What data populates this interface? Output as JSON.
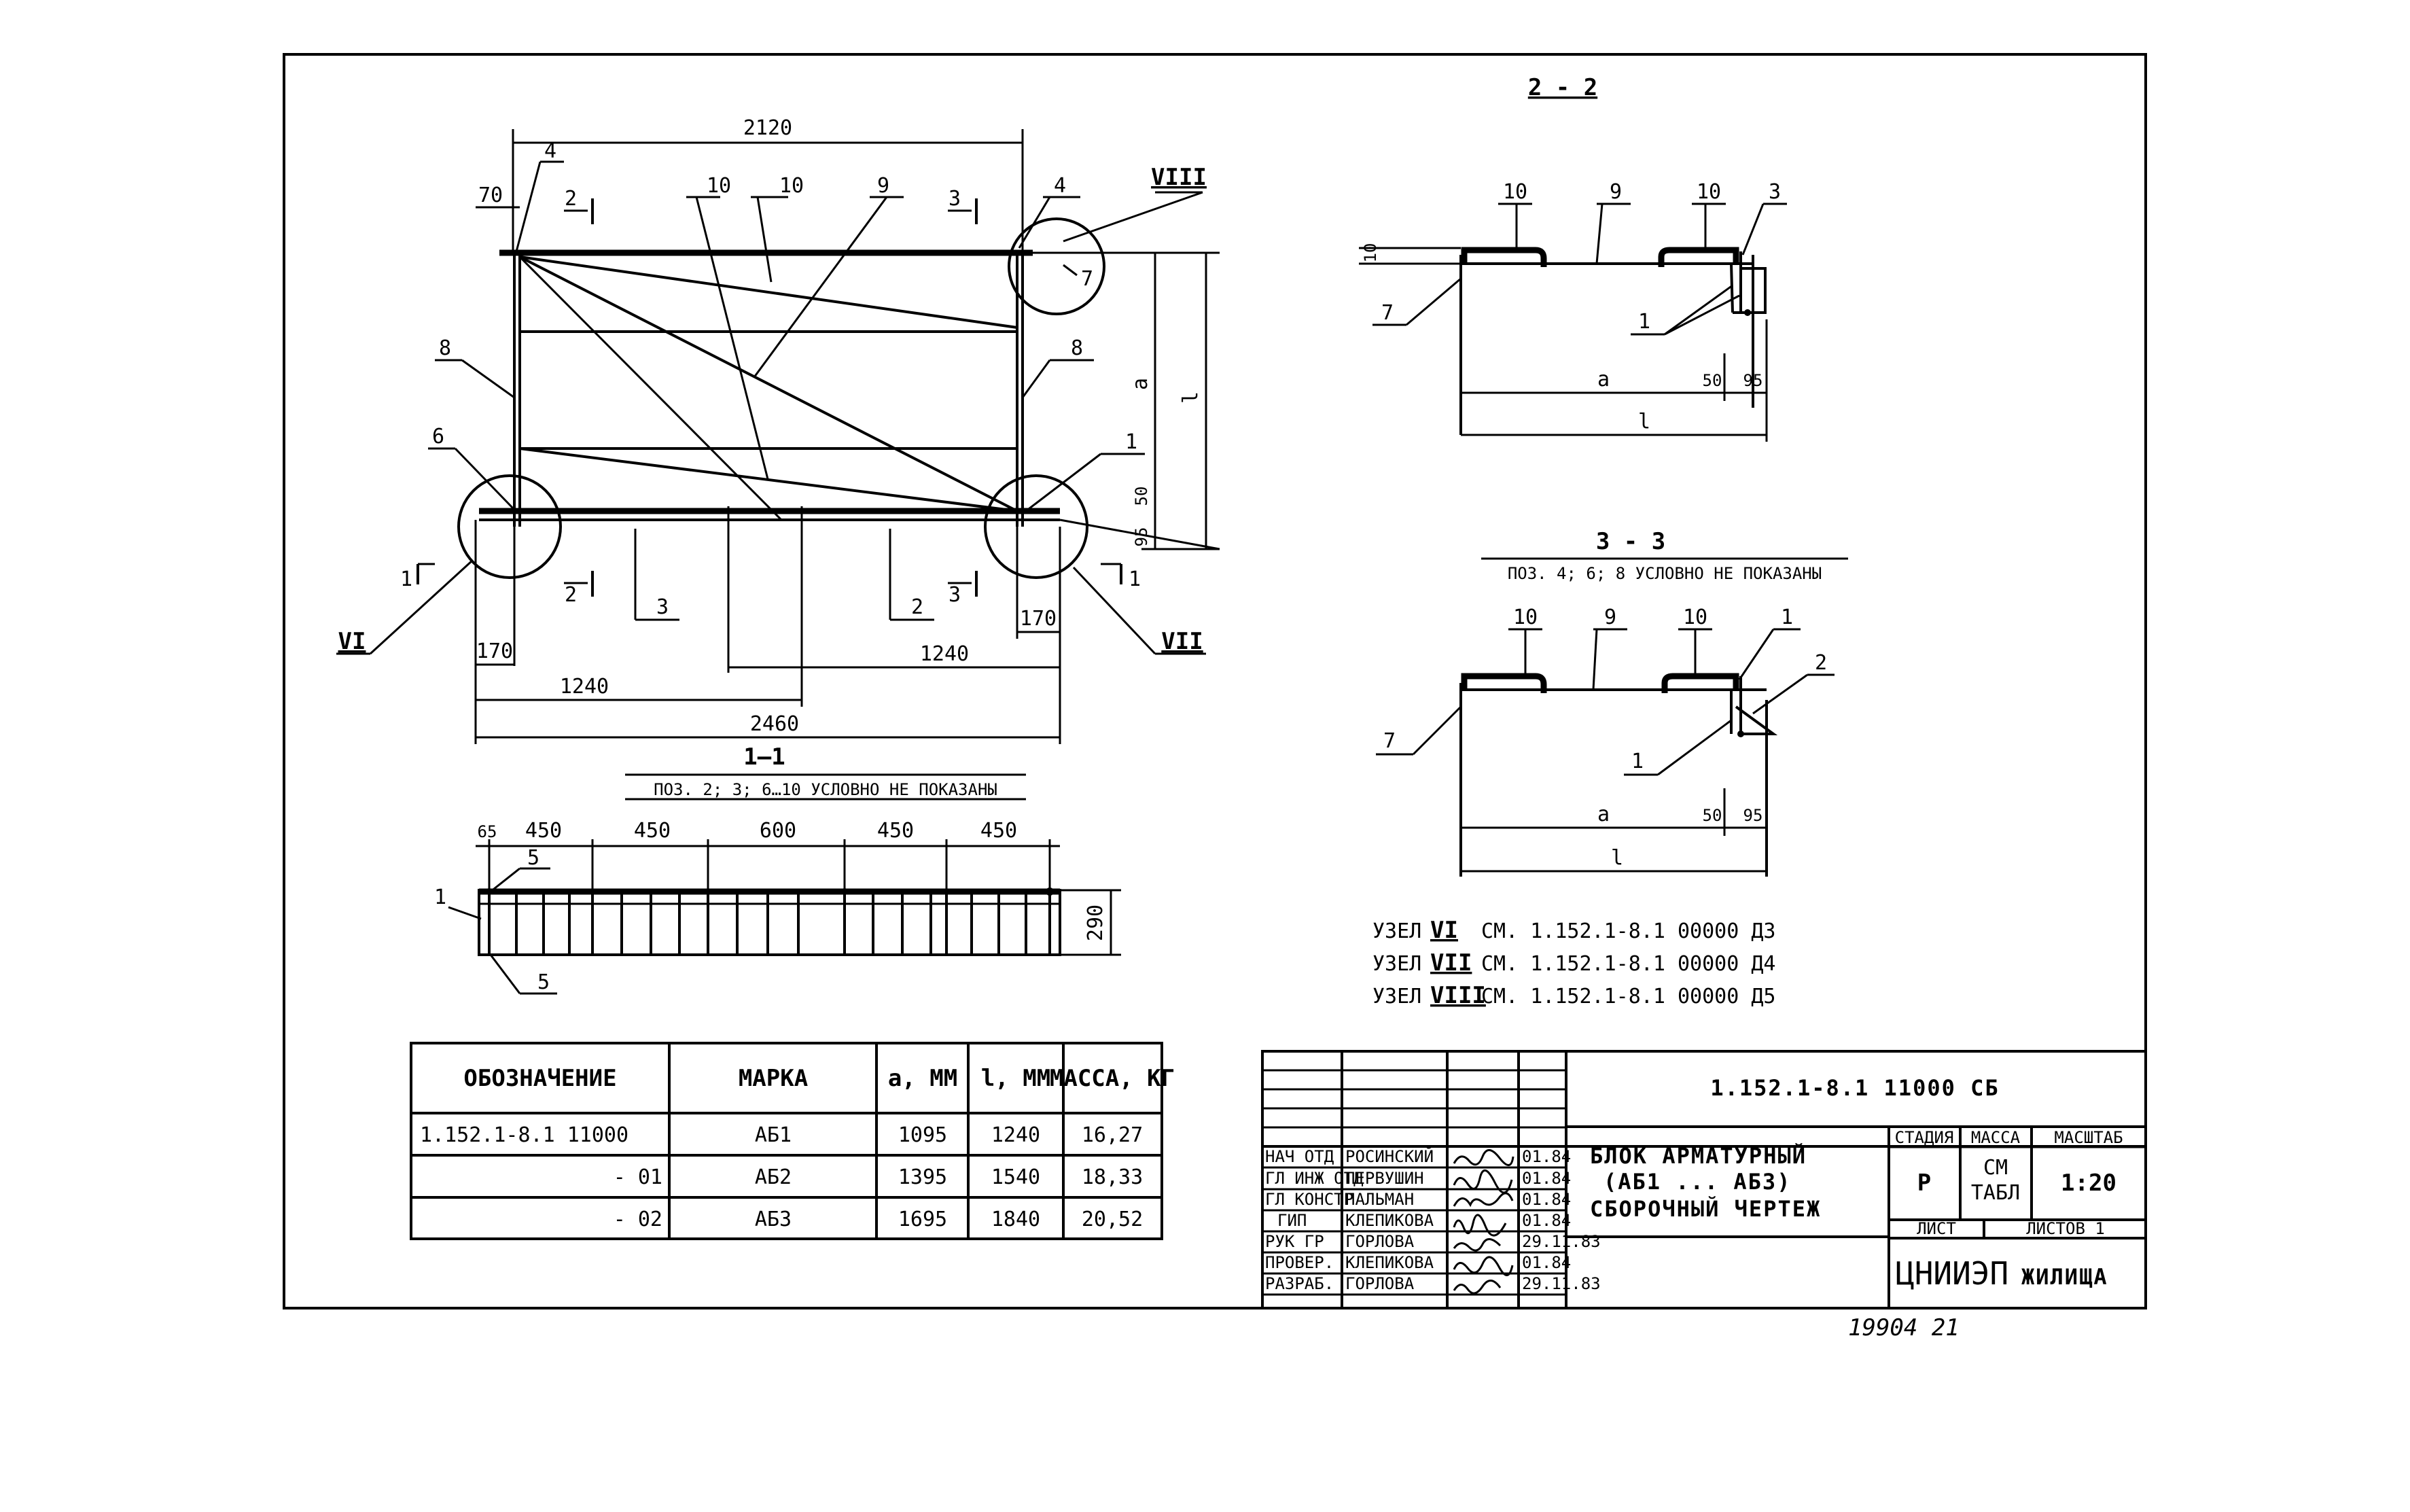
{
  "plan": {
    "dims": {
      "top": "2120",
      "d70": "70",
      "d170a": "170",
      "d170b": "170",
      "d1240a": "1240",
      "d1240b": "1240",
      "d2460": "2460",
      "d50": "50",
      "d95": "95",
      "a": "a",
      "l": "l"
    },
    "callouts": {
      "c4a": "4",
      "c4b": "4",
      "c10a": "10",
      "c10b": "10",
      "c9": "9",
      "c8a": "8",
      "c8b": "8",
      "c6": "6",
      "c1": "1",
      "c3": "3",
      "c2": "2",
      "c7": "7"
    },
    "section_marks": {
      "s2a": "2",
      "s2b": "2",
      "s3a": "3",
      "s3b": "3",
      "s1a": "1",
      "s1b": "1"
    },
    "nodes": {
      "n6": "VI",
      "n7": "VII",
      "n8": "VIII"
    }
  },
  "section_11": {
    "title": "1—1",
    "note": "ПОЗ. 2; 3; 6…10 УСЛОВНО НЕ ПОКАЗАНЫ",
    "dims": [
      "65",
      "450",
      "450",
      "600",
      "450",
      "450"
    ],
    "height": "290",
    "callouts": {
      "c1": "1",
      "c5a": "5",
      "c5b": "5"
    }
  },
  "section_22": {
    "title": "2 - 2",
    "callouts": {
      "c10a": "10",
      "c9": "9",
      "c10b": "10",
      "c3": "3",
      "c7": "7",
      "c1": "1"
    },
    "dims": {
      "d10": "10",
      "a": "a",
      "d50": "50",
      "d95": "95",
      "l": "l"
    }
  },
  "section_33": {
    "title": "3 - 3",
    "note": "ПОЗ. 4; 6; 8 УСЛОВНО НЕ ПОКАЗАНЫ",
    "callouts": {
      "c10a": "10",
      "c9": "9",
      "c10b": "10",
      "c1a": "1",
      "c2": "2",
      "c7": "7",
      "c1b": "1"
    },
    "dims": {
      "a": "a",
      "d50": "50",
      "d95": "95",
      "l": "l"
    }
  },
  "node_refs": [
    {
      "label": "УЗЕЛ",
      "node": "VI",
      "text": "СМ. 1.152.1-8.1  00000 Д3"
    },
    {
      "label": "УЗЕЛ",
      "node": "VII",
      "text": "СМ. 1.152.1-8.1  00000 Д4"
    },
    {
      "label": "УЗЕЛ",
      "node": "VIII",
      "text": "СМ. 1.152.1-8.1  00000 Д5"
    }
  ],
  "spec_table": {
    "headers": [
      "ОБОЗНАЧЕНИЕ",
      "МАРКА",
      "a, ММ",
      "l, ММ",
      "МАССА, КГ"
    ],
    "rows": [
      [
        "1.152.1-8.1   11000",
        "АБ1",
        "1095",
        "1240",
        "16,27"
      ],
      [
        "- 01",
        "АБ2",
        "1395",
        "1540",
        "18,33"
      ],
      [
        "- 02",
        "АБ3",
        "1695",
        "1840",
        "20,52"
      ]
    ]
  },
  "title_block": {
    "code": "1.152.1-8.1   11000  СБ",
    "title_line1": "БЛОК  АРМАТУРНЫЙ",
    "title_line2": "(АБ1 ... АБ3)",
    "title_line3": "СБОРОЧНЫЙ  ЧЕРТЕЖ",
    "stage_h": "СТАДИЯ",
    "mass_h": "МАССА",
    "scale_h": "МАСШТАБ",
    "stage": "Р",
    "mass1": "СМ",
    "mass2": "ТАБЛ",
    "scale": "1:20",
    "sheet": "ЛИСТ",
    "sheets": "ЛИСТОВ 1",
    "org1": "ЦНИИЭП",
    "org2": "ЖИЛИЩА",
    "people": [
      {
        "role": "НАЧ ОТД",
        "name": "РОСИНСКИЙ",
        "date": "01.84"
      },
      {
        "role": "ГЛ ИНЖ ОТД",
        "name": "ПЕРВУШИН",
        "date": "01.84"
      },
      {
        "role": "ГЛ КОНСТР",
        "name": "ПАЛЬМАН",
        "date": "01.84"
      },
      {
        "role": "ГИП",
        "name": "КЛЕПИКОВА",
        "date": "01.84"
      },
      {
        "role": "РУК ГР",
        "name": "ГОРЛОВА",
        "date": "29.11.83"
      },
      {
        "role": "ПРОВЕР.",
        "name": "КЛЕПИКОВА",
        "date": "01.84"
      },
      {
        "role": "РАЗРАБ.",
        "name": "ГОРЛОВА",
        "date": "29.11.83"
      }
    ]
  },
  "footer_number": "19904  21"
}
